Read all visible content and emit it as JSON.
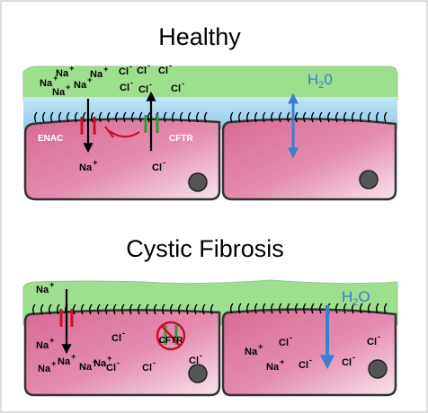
{
  "healthy": {
    "title": "Healthy",
    "enac_label": "ENAC",
    "cftr_label": "CFTR",
    "water_label": "H",
    "water_sub": "2",
    "water_suffix": "0",
    "apical_ions": [
      {
        "t": "Na",
        "s": "+"
      },
      {
        "t": "Na",
        "s": "+"
      },
      {
        "t": "Na",
        "s": "+"
      },
      {
        "t": "Na",
        "s": "+"
      },
      {
        "t": "Na",
        "s": "+"
      },
      {
        "t": "Cl",
        "s": "-"
      },
      {
        "t": "Cl",
        "s": "-"
      },
      {
        "t": "Cl",
        "s": "-"
      },
      {
        "t": "Cl",
        "s": "-"
      },
      {
        "t": "Cl",
        "s": "-"
      },
      {
        "t": "Cl",
        "s": "-"
      }
    ],
    "cell_ions": [
      {
        "t": "Na",
        "s": "+"
      },
      {
        "t": "Cl",
        "s": "-"
      }
    ]
  },
  "cf": {
    "title": "Cystic Fibrosis",
    "cftr_label": "CFTR",
    "water_label": "H",
    "water_sub": "2",
    "water_suffix": "O",
    "apical_ions": [
      {
        "t": "Na",
        "s": "+"
      }
    ],
    "cell_ions": [
      {
        "t": "Na",
        "s": "+"
      },
      {
        "t": "Na",
        "s": "+"
      },
      {
        "t": "Na",
        "s": "+"
      },
      {
        "t": "Na",
        "s": "+"
      },
      {
        "t": "Na",
        "s": "+"
      },
      {
        "t": "Cl",
        "s": "-"
      },
      {
        "t": "Cl",
        "s": "-"
      },
      {
        "t": "Cl",
        "s": "-"
      },
      {
        "t": "Cl",
        "s": "-"
      },
      {
        "t": "Na",
        "s": "+"
      },
      {
        "t": "Na",
        "s": "+"
      },
      {
        "t": "Cl",
        "s": "-"
      },
      {
        "t": "Cl",
        "s": "-"
      },
      {
        "t": "Cl",
        "s": "-"
      },
      {
        "t": "Cl",
        "s": "-"
      }
    ]
  },
  "colors": {
    "mucus": "#9ede8f",
    "periciliary": "#a6d8ef",
    "cell": "#df7fa2",
    "enac": "#c8102e",
    "cftr": "#2e9b3a",
    "water": "#3b7fd1",
    "nucleus": "#555555"
  }
}
